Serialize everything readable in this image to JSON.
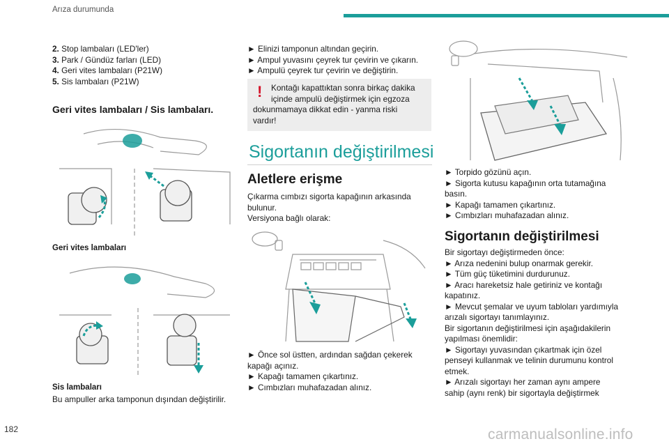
{
  "header": {
    "title": "Arıza durumunda",
    "accent_color": "#1b9e9a"
  },
  "page_number": "182",
  "watermark": "carmanualsonline.info",
  "left_column": {
    "list": [
      {
        "num": "2.",
        "text": "Stop lambaları (LED'ler)"
      },
      {
        "num": "3.",
        "text": "Park / Gündüz farları (LED)"
      },
      {
        "num": "4.",
        "text": "Geri vites lambaları (P21W)"
      },
      {
        "num": "5.",
        "text": "Sis lambaları (P21W)"
      }
    ],
    "heading": "Geri vites lambaları / Sis lambaları.",
    "caption_reverse": "Geri vites lambaları",
    "caption_fog": "Sis lambaları",
    "fog_note": "Bu ampuller arka tamponun dışından değiştirilir."
  },
  "middle_column": {
    "steps_top": [
      "► Elinizi tamponun altından geçirin.",
      "► Ampul yuvasını çeyrek tur çevirin ve çıkarın.",
      "► Ampulü çeyrek tur çevirin ve değiştirin."
    ],
    "warning_mark": "!",
    "warning_text_1": "Kontağı kapattıktan sonra birkaç dakika",
    "warning_text_2": "içinde ampulü değiştirmek için egzoza",
    "warning_text_3": "dokunmamaya dikkat edin - yanma riski",
    "warning_text_4": "vardır!",
    "section_title": "Sigortanın değiştirilmesi",
    "subheading": "Aletlere erişme",
    "intro_1": "Çıkarma cımbızı sigorta kapağının arkasında",
    "intro_2": "bulunur.",
    "intro_3": "Versiyona bağlı olarak:",
    "steps_bottom": [
      "► Önce sol üstten, ardından sağdan çekerek",
      "kapağı açınız.",
      "► Kapağı tamamen çıkartınız.",
      "► Cımbızları muhafazadan alınız."
    ]
  },
  "right_column": {
    "steps_top": [
      "► Torpido gözünü açın.",
      "► Sigorta kutusu kapağının orta tutamağına",
      "basın.",
      "► Kapağı tamamen çıkartınız.",
      "► Cımbızları muhafazadan alınız."
    ],
    "subheading": "Sigortanın değiştirilmesi",
    "body": [
      "Bir sigortayı değiştirmeden önce:",
      "► Arıza nedenini bulup onarmak gerekir.",
      "► Tüm güç tüketimini durdurunuz.",
      "► Aracı hareketsiz hale getiriniz ve kontağı",
      "kapatınız.",
      "► Mevcut şemalar ve uyum tabloları yardımıyla",
      "arızalı sigortayı tanımlayınız.",
      "Bir sigortanın değiştirilmesi için aşağıdakilerin",
      "yapılması önemlidir:",
      "► Sigortayı yuvasından çıkartmak için özel",
      "penseyi kullanmak ve telinin durumunu kontrol",
      "etmek.",
      "► Arızalı sigortayı her zaman aynı ampere",
      "sahip (aynı renk) bir sigortayla değiştirmek"
    ]
  }
}
